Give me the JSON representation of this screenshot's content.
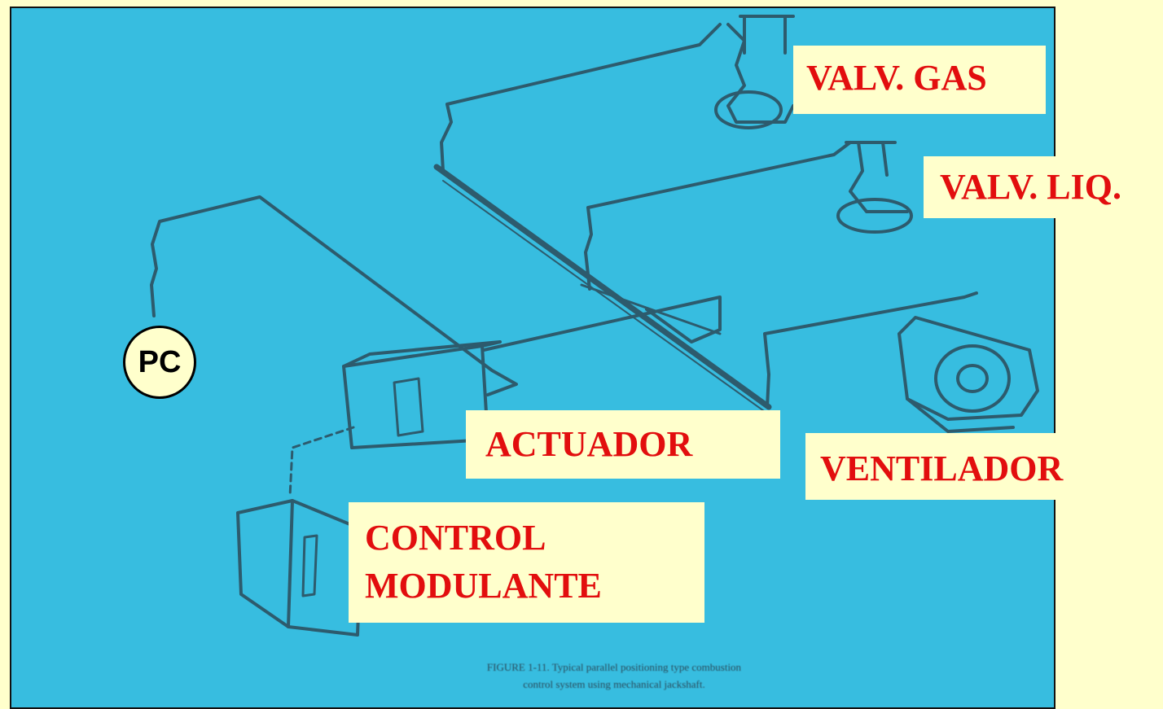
{
  "labels": {
    "pc": "PC",
    "valv_gas": "VALV. GAS",
    "valv_liq": "VALV. LIQ.",
    "actuador": "ACTUADOR",
    "ventilador": "VENTILADOR",
    "control_modulante": "CONTROL\nMODULANTE"
  },
  "figure_caption": "FIGURE 1-11. Typical parallel positioning type combustion\ncontrol system using mechanical jackshaft.",
  "colors": {
    "page_background": "#ffffcc",
    "diagram_background": "#37bde0",
    "label_text": "#e20e0e",
    "line_art": "#2c4a5a"
  }
}
